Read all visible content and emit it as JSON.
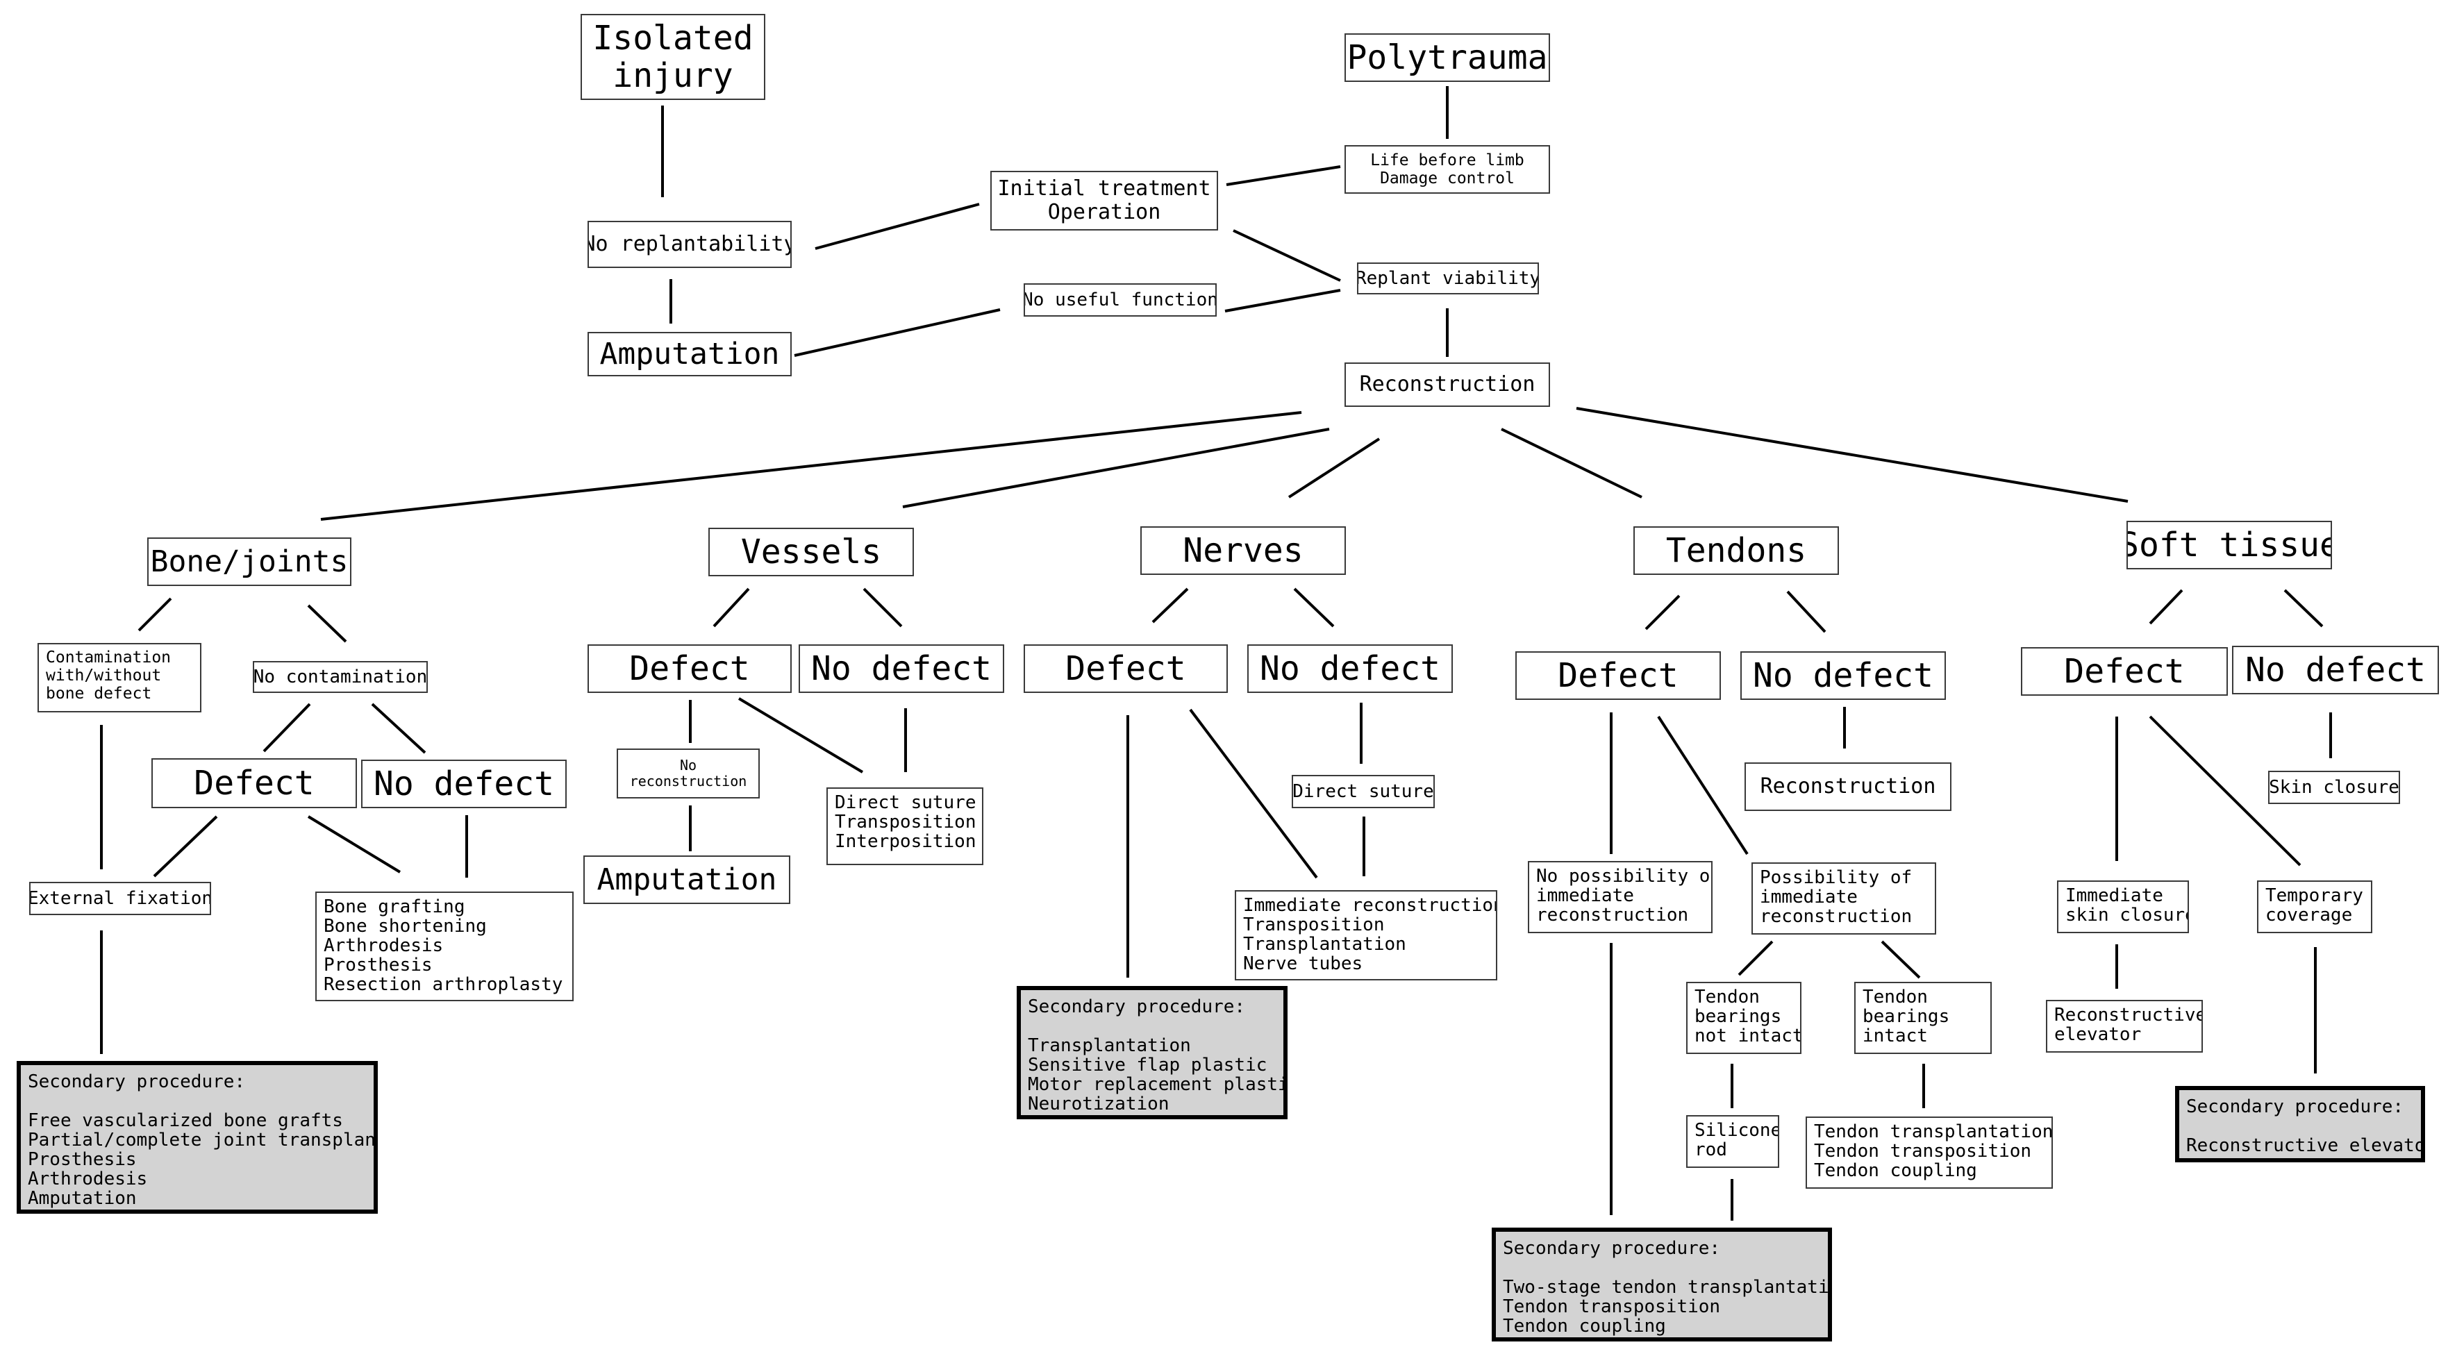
{
  "colors": {
    "line": "#000000",
    "box_border": "#3a3a3a",
    "secondary_fill": "#d3d3d3"
  },
  "top": {
    "isolated_injury": "Isolated\ninjury",
    "polytrauma": "Polytrauma",
    "life_before_limb": "Life before limb\nDamage control",
    "initial_treatment": "Initial treatment\nOperation",
    "no_replantability": "No replantability",
    "replant_viability": "Replant viability",
    "no_useful_function": "No useful function",
    "amputation": "Amputation",
    "reconstruction": "Reconstruction"
  },
  "bone": {
    "title": "Bone/joints",
    "contamination": "Contamination\nwith/without\nbone defect",
    "no_contamination": "No contamination",
    "defect": "Defect",
    "no_defect": "No defect",
    "external_fixation": "External fixation",
    "options": "Bone grafting\nBone shortening\nArthrodesis\nProsthesis\nResection arthroplasty",
    "secondary": "Secondary procedure:\n\nFree vascularized bone grafts\nPartial/complete joint transplants\nProsthesis\nArthrodesis\nAmputation"
  },
  "vessels": {
    "title": "Vessels",
    "defect": "Defect",
    "no_defect": "No defect",
    "no_reconstruction": "No\nreconstruction",
    "amputation": "Amputation",
    "options": "Direct suture\nTransposition\nInterposition"
  },
  "nerves": {
    "title": "Nerves",
    "defect": "Defect",
    "no_defect": "No defect",
    "direct_suture": "Direct suture",
    "immediate": "Immediate reconstruction:\nTransposition\nTransplantation\nNerve tubes",
    "secondary": "Secondary procedure:\n\nTransplantation\nSensitive flap plastic\nMotor replacement plastic\nNeurotization"
  },
  "tendons": {
    "title": "Tendons",
    "defect": "Defect",
    "no_defect": "No defect",
    "reconstruction": "Reconstruction",
    "no_possibility": "No possibility of\nimmediate\nreconstruction",
    "possibility": "Possibility of\nimmediate\nreconstruction",
    "bearings_not_intact": "Tendon\nbearings\nnot intact",
    "bearings_intact": "Tendon\nbearings\nintact",
    "silicone_rod": "Silicone\nrod",
    "options": "Tendon transplantation\nTendon transposition\nTendon coupling",
    "secondary": "Secondary procedure:\n\nTwo-stage tendon transplantation\nTendon transposition\nTendon coupling"
  },
  "soft_tissue": {
    "title": "Soft tissue",
    "defect": "Defect",
    "no_defect": "No defect",
    "skin_closure": "Skin closure",
    "immediate_skin_closure": "Immediate\nskin closure",
    "temporary_coverage": "Temporary\ncoverage",
    "reconstructive_elevator": "Reconstructive\nelevator",
    "secondary": "Secondary procedure:\n\nReconstructive elevator"
  }
}
